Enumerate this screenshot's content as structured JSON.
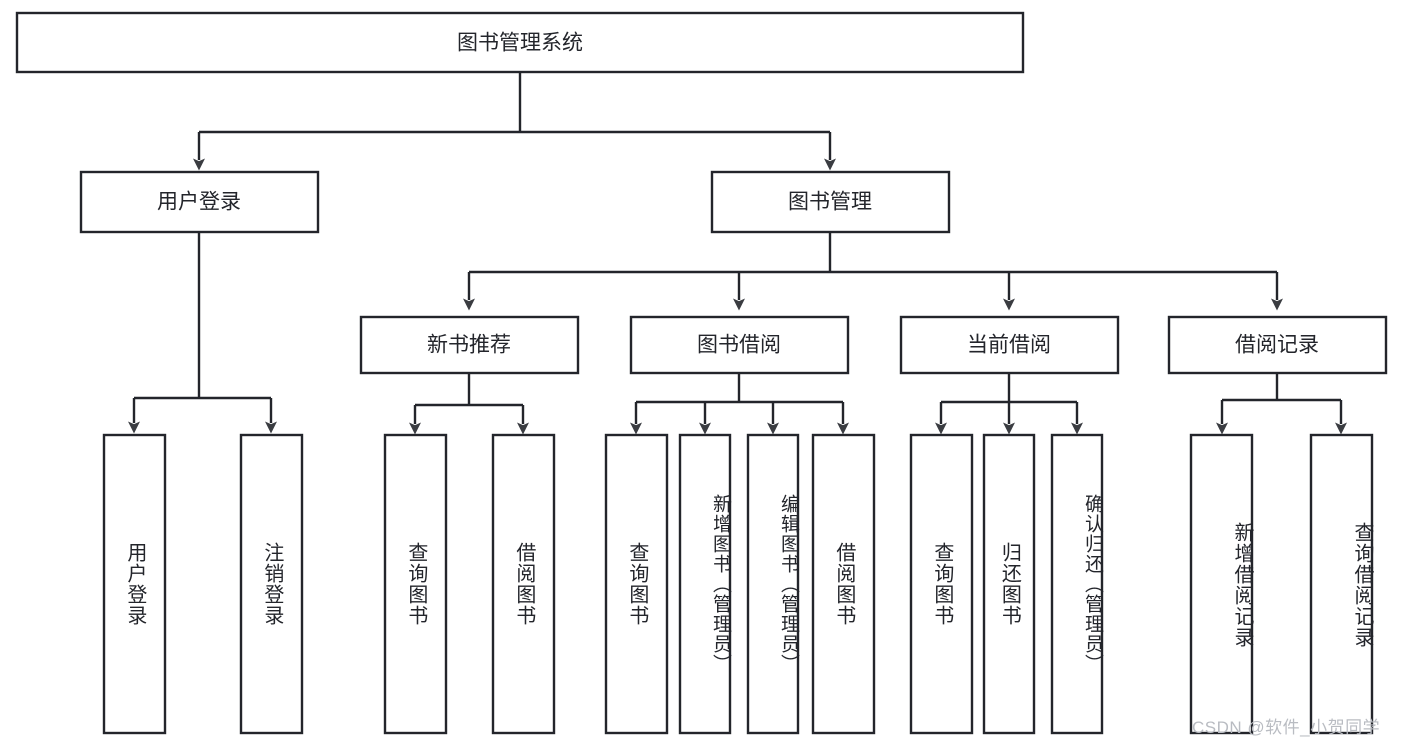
{
  "diagram": {
    "type": "tree",
    "title": "图书管理系统",
    "orientation": "top-down",
    "levels": 4
  },
  "nodes": {
    "root": {
      "label": "图书管理系统"
    },
    "level2": [
      {
        "label": "用户登录"
      },
      {
        "label": "图书管理"
      }
    ],
    "level3": [
      {
        "label": "新书推荐"
      },
      {
        "label": "图书借阅"
      },
      {
        "label": "当前借阅"
      },
      {
        "label": "借阅记录"
      }
    ],
    "leaves": {
      "user_login": [
        {
          "label": "用户登录"
        },
        {
          "label": "注销登录"
        }
      ],
      "new_book": [
        {
          "label": "查询图书"
        },
        {
          "label": "借阅图书"
        }
      ],
      "borrow": [
        {
          "label": "查询图书"
        },
        {
          "label": "新增图书（管理员）"
        },
        {
          "label": "编辑图书（管理员）"
        },
        {
          "label": "借阅图书"
        }
      ],
      "current": [
        {
          "label": "查询图书"
        },
        {
          "label": "归还图书"
        },
        {
          "label": "确认归还（管理员）"
        }
      ],
      "records": [
        {
          "label": "新增借阅记录"
        },
        {
          "label": "查询借阅记录"
        }
      ]
    }
  },
  "watermark": {
    "text": "CSDN @软件_小贺同学"
  },
  "colors": {
    "background": "#ffffff",
    "stroke": "#23252b",
    "text": "#23252b",
    "watermark": "#b9bcc2"
  }
}
